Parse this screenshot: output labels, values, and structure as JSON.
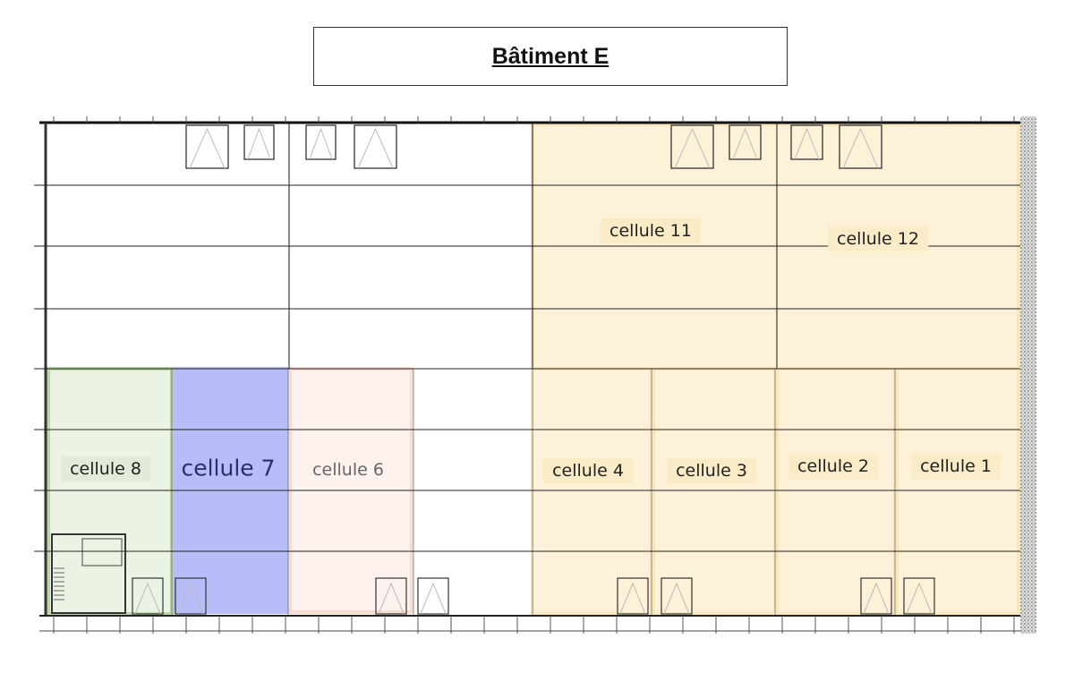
{
  "title": "Bâtiment E",
  "cells": [
    {
      "id": "8",
      "label": "cellule 8",
      "fill": "#ebf3e4",
      "border": "#b9d6a4"
    },
    {
      "id": "7",
      "label": "cellule 7",
      "fill": "#b8bdf8",
      "border": "#aab0f0"
    },
    {
      "id": "6",
      "label": "cellule 6",
      "fill": "#fdf2ee",
      "border": "#f6dcd2"
    },
    {
      "id": "4",
      "label": "cellule 4",
      "fill": "#fdf1d8",
      "border": "#f8e6bd"
    },
    {
      "id": "3",
      "label": "cellule 3",
      "fill": "#fdf1d8",
      "border": "#f8e6bd"
    },
    {
      "id": "2",
      "label": "cellule 2",
      "fill": "#fdf1d8",
      "border": "#f8e6bd"
    },
    {
      "id": "1",
      "label": "cellule 1",
      "fill": "#fdf1d8",
      "border": "#f8e6bd"
    },
    {
      "id": "11",
      "label": "cellule 11",
      "fill": "#fdf1d8",
      "border": "#f8e6bd"
    },
    {
      "id": "12",
      "label": "cellule 12",
      "fill": "#fdf1d8",
      "border": "#f8e6bd"
    }
  ]
}
